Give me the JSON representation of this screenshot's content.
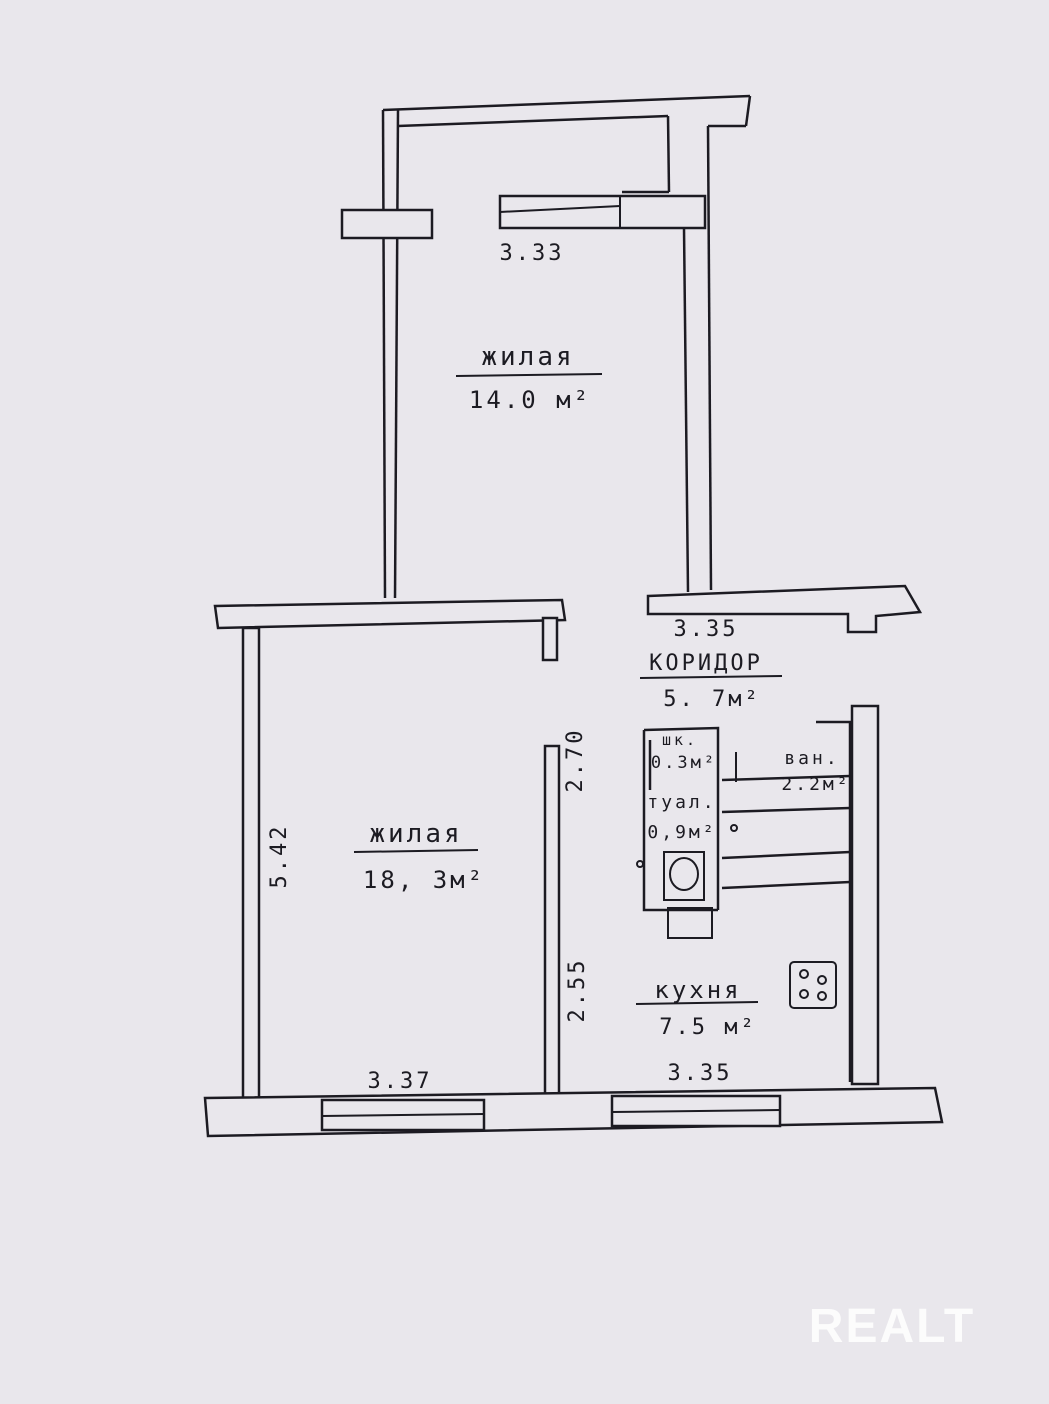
{
  "rooms": {
    "living_top": {
      "name": "жилая",
      "area": "14.0 м²"
    },
    "living_bottom": {
      "name": "жилая",
      "area": "18, 3м²"
    },
    "corridor": {
      "name": "КОРИДОР",
      "area": "5. 7м²"
    },
    "closet": {
      "name": "шк.",
      "area": "0.3м²"
    },
    "bath": {
      "name": "ван.",
      "area": "2.2м²"
    },
    "toilet": {
      "name": "туал.",
      "area": "0,9м²"
    },
    "kitchen": {
      "name": "кухня",
      "area": "7.5 м²"
    }
  },
  "dimensions": {
    "top_room_width": "3.33",
    "corridor_width": "3.35",
    "left_room_height": "5.42",
    "left_room_width": "3.37",
    "kitchen_width": "3.35",
    "partition_upper": "2.70",
    "partition_lower": "2.55"
  },
  "watermark": {
    "brand": "REALT"
  },
  "colors": {
    "paper": "#e9e7ec",
    "ink": "#1c1b22",
    "watermark": "#ffffff"
  }
}
